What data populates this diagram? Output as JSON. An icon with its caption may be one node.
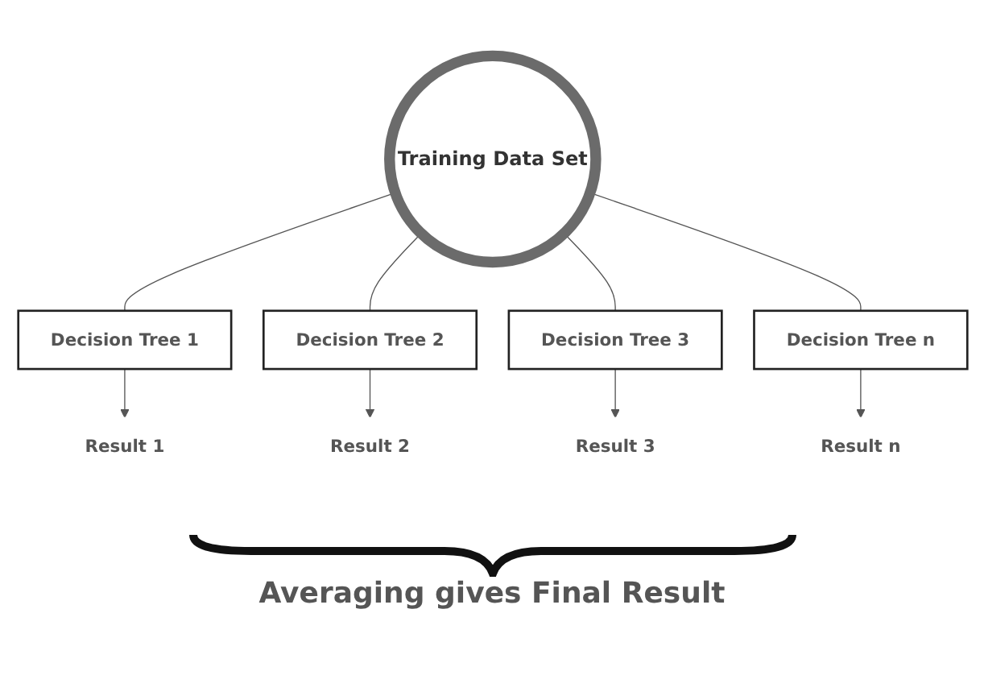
{
  "diagram": {
    "nodes": [
      {
        "text": [
          "Training Data Set"
        ]
      },
      {
        "text": [
          "Decision Tree 1"
        ]
      },
      {
        "text": [
          "Decision Tree 2"
        ]
      },
      {
        "text": [
          "Decision Tree 3"
        ]
      },
      {
        "text": [
          "Decision Tree n"
        ]
      },
      {
        "text": [
          "Result 1"
        ]
      },
      {
        "text": [
          "Result 2"
        ]
      },
      {
        "text": [
          "Result 3"
        ]
      },
      {
        "text": [
          "Result n"
        ]
      }
    ],
    "edges": [
      {
        "from": 0,
        "to": 1,
        "arrow": "none"
      },
      {
        "from": 0,
        "to": 2,
        "arrow": "none"
      },
      {
        "from": 0,
        "to": 3,
        "arrow": "none"
      },
      {
        "from": 0,
        "to": 4,
        "arrow": "none"
      },
      {
        "from": 1,
        "to": 5,
        "arrow": "to"
      },
      {
        "from": 2,
        "to": 6,
        "arrow": "to"
      },
      {
        "from": 3,
        "to": 7,
        "arrow": "to"
      },
      {
        "from": 4,
        "to": 8,
        "arrow": "to"
      }
    ],
    "labels": [
      "Averaging gives Final Result"
    ]
  }
}
